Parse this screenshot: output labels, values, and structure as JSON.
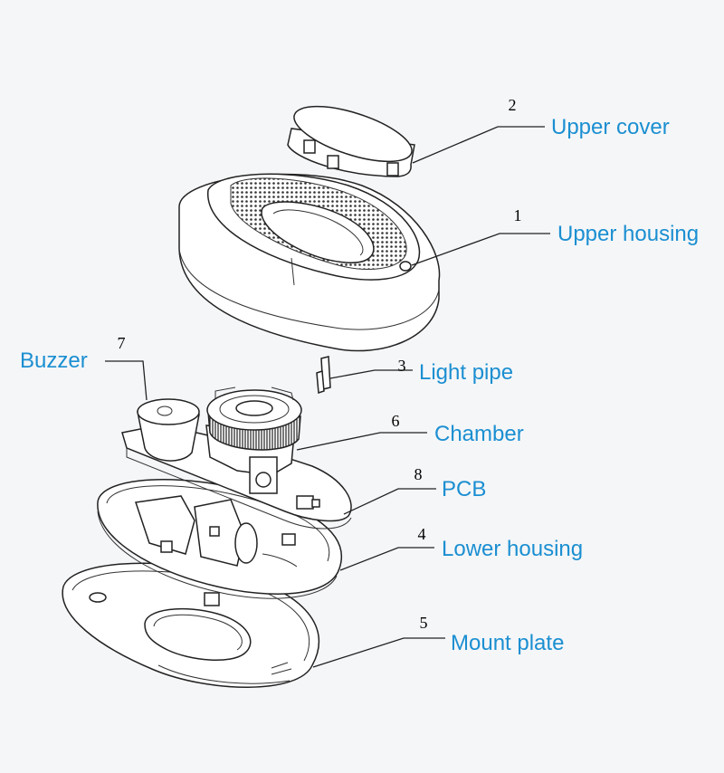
{
  "colors": {
    "label": "#1b8fd1",
    "line": "#222222",
    "background": "#f5f6f8"
  },
  "callouts": [
    {
      "id": "upper-cover",
      "number": "2",
      "label": "Upper cover"
    },
    {
      "id": "upper-housing",
      "number": "1",
      "label": "Upper housing"
    },
    {
      "id": "buzzer",
      "number": "7",
      "label": "Buzzer"
    },
    {
      "id": "light-pipe",
      "number": "3",
      "label": "Light pipe"
    },
    {
      "id": "chamber",
      "number": "6",
      "label": "Chamber"
    },
    {
      "id": "pcb",
      "number": "8",
      "label": "PCB"
    },
    {
      "id": "lower-housing",
      "number": "4",
      "label": "Lower housing"
    },
    {
      "id": "mount-plate",
      "number": "5",
      "label": "Mount plate"
    }
  ]
}
